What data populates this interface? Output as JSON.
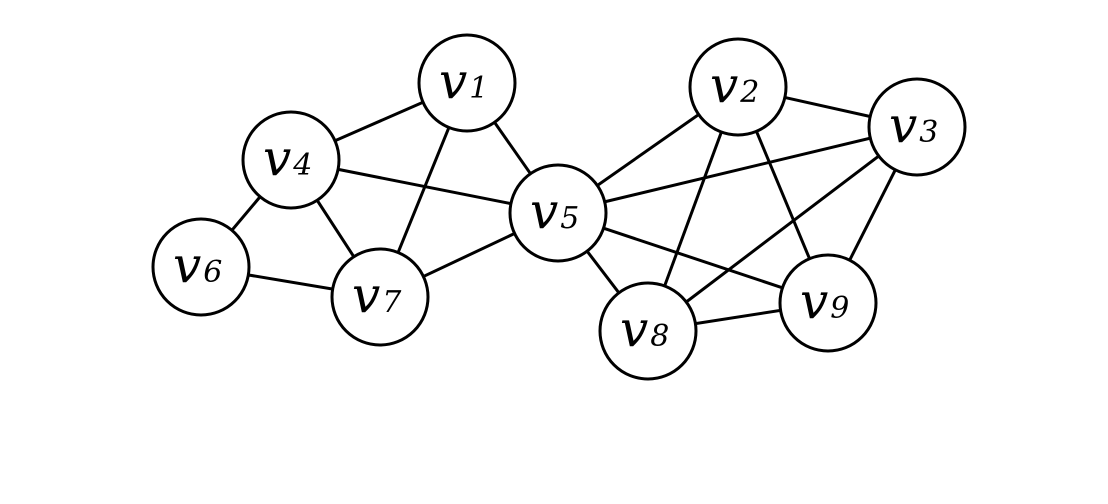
{
  "graph": {
    "nodes": [
      {
        "id": "v1",
        "letter": "v",
        "sub": "1"
      },
      {
        "id": "v2",
        "letter": "v",
        "sub": "2"
      },
      {
        "id": "v3",
        "letter": "v",
        "sub": "3"
      },
      {
        "id": "v4",
        "letter": "v",
        "sub": "4"
      },
      {
        "id": "v5",
        "letter": "v",
        "sub": "5"
      },
      {
        "id": "v6",
        "letter": "v",
        "sub": "6"
      },
      {
        "id": "v7",
        "letter": "v",
        "sub": "7"
      },
      {
        "id": "v8",
        "letter": "v",
        "sub": "8"
      },
      {
        "id": "v9",
        "letter": "v",
        "sub": "9"
      }
    ],
    "edges": [
      [
        "v1",
        "v4"
      ],
      [
        "v1",
        "v5"
      ],
      [
        "v1",
        "v7"
      ],
      [
        "v4",
        "v5"
      ],
      [
        "v4",
        "v6"
      ],
      [
        "v4",
        "v7"
      ],
      [
        "v6",
        "v7"
      ],
      [
        "v5",
        "v7"
      ],
      [
        "v2",
        "v3"
      ],
      [
        "v2",
        "v5"
      ],
      [
        "v2",
        "v8"
      ],
      [
        "v2",
        "v9"
      ],
      [
        "v3",
        "v5"
      ],
      [
        "v3",
        "v8"
      ],
      [
        "v3",
        "v9"
      ],
      [
        "v5",
        "v8"
      ],
      [
        "v5",
        "v9"
      ],
      [
        "v8",
        "v9"
      ]
    ]
  }
}
